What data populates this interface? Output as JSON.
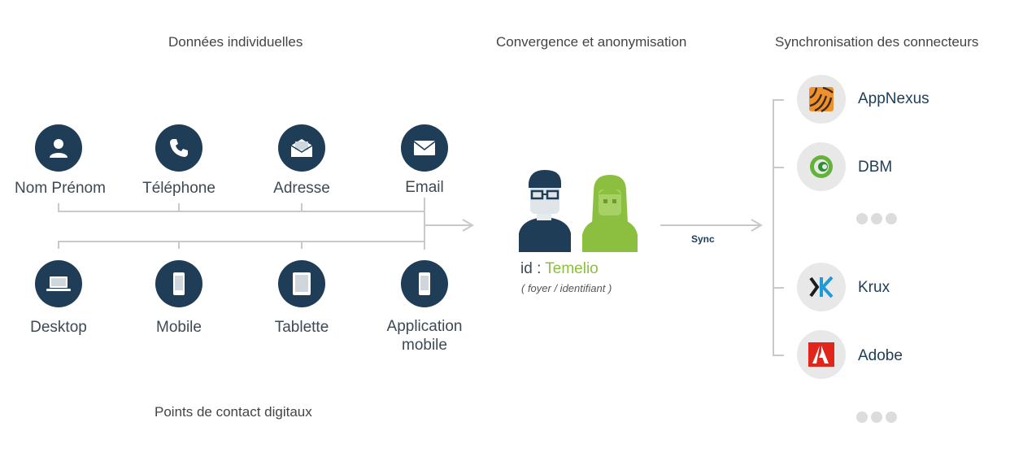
{
  "headings": {
    "individual": "Données individuelles",
    "convergence": "Convergence et anonymisation",
    "sync": "Synchronisation des connecteurs",
    "touchpoints": "Points de contact digitaux"
  },
  "individual_data": [
    {
      "label": "Nom Prénom",
      "icon": "person-icon"
    },
    {
      "label": "Téléphone",
      "icon": "phone-icon"
    },
    {
      "label": "Adresse",
      "icon": "envelope-open-icon"
    },
    {
      "label": "Email",
      "icon": "envelope-icon"
    }
  ],
  "touchpoints": [
    {
      "label": "Desktop",
      "icon": "laptop-icon"
    },
    {
      "label": "Mobile",
      "icon": "mobile-icon"
    },
    {
      "label": "Tablette",
      "icon": "tablet-icon"
    },
    {
      "label": "Application\nmobile",
      "icon": "mobile-app-icon"
    }
  ],
  "center": {
    "id_prefix": "id : ",
    "id_brand": "Temelio",
    "id_note": "( foyer / identifiant )"
  },
  "sync_label": "Sync",
  "connectors": [
    {
      "name": "AppNexus",
      "icon": "appnexus-logo"
    },
    {
      "name": "DBM",
      "icon": "dbm-logo"
    },
    {
      "name": "Krux",
      "icon": "krux-logo"
    },
    {
      "name": "Adobe",
      "icon": "adobe-logo"
    }
  ],
  "colors": {
    "navy": "#1f3d57",
    "green": "#8cbf3f",
    "line": "#c9c9c9",
    "dots": "#dcdcdc"
  }
}
